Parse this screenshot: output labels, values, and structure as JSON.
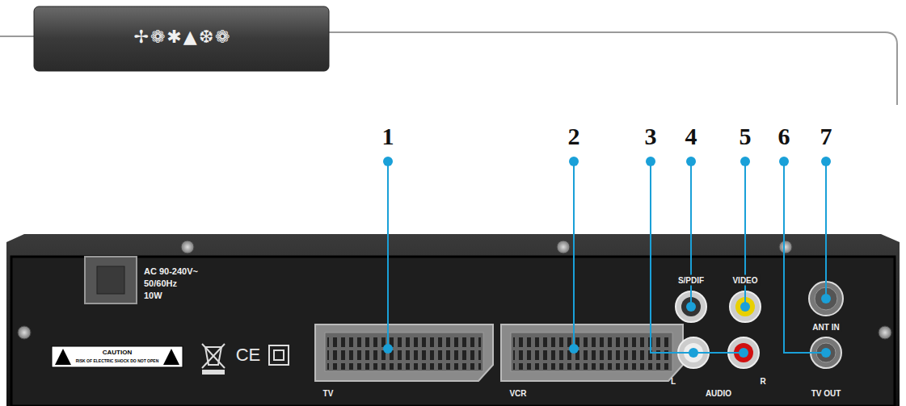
{
  "diagram": {
    "title": "✢❁✱▲❆❁",
    "labels": [
      "1",
      "2",
      "3",
      "4",
      "5",
      "6",
      "7",
      "AC 90-240V~",
      "50/60Hz",
      "10W",
      "CAUTION",
      "RISK OF ELECTRIC SHOCK DO NOT OPEN",
      "CE",
      "TV",
      "VCR",
      "S/PDIF",
      "VIDEO",
      "ANT IN",
      "L",
      "AUDIO",
      "R",
      "TV OUT"
    ]
  }
}
